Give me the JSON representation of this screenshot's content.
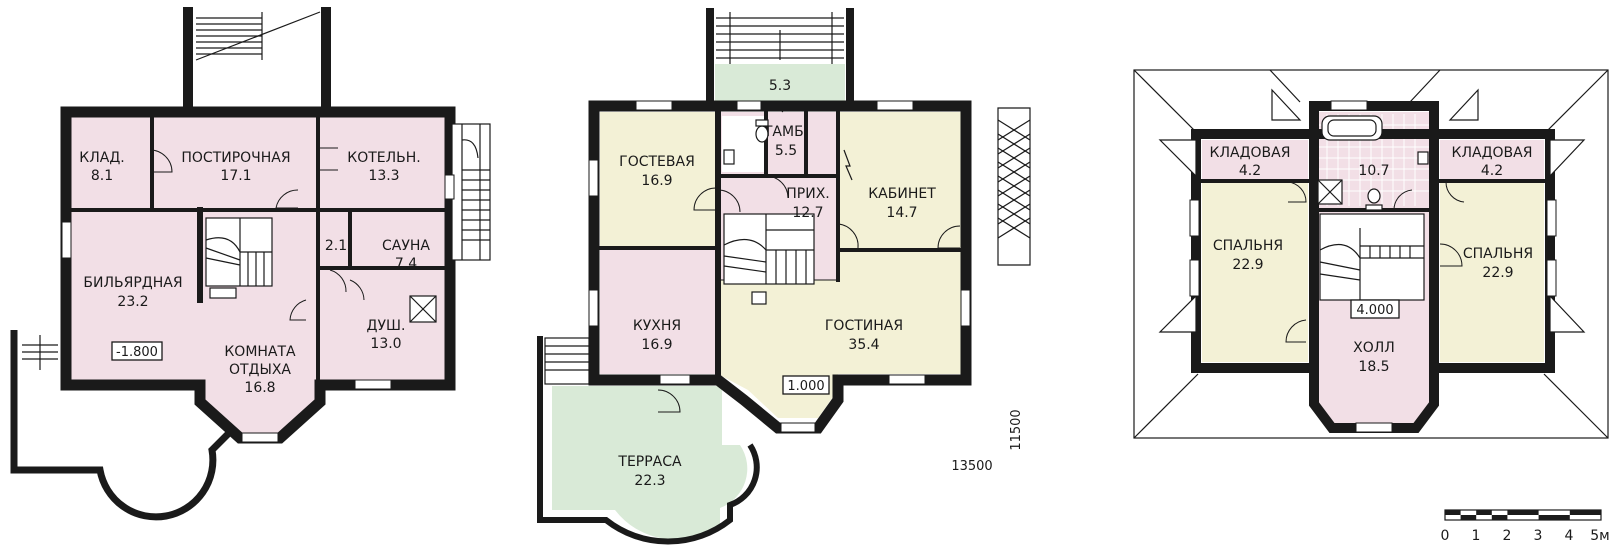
{
  "colors": {
    "pink": "#f2dfe6",
    "yellow": "#f3f1d6",
    "green": "#d9ead7",
    "white": "#ffffff",
    "wall": "#1a1a1a"
  },
  "basement": {
    "rooms": [
      {
        "name": "КЛАД.",
        "area": "8.1"
      },
      {
        "name": "ПОСТИРОЧНАЯ",
        "area": "17.1"
      },
      {
        "name": "КОТЕЛЬН.",
        "area": "13.3"
      },
      {
        "name": "БИЛЬЯРДНАЯ",
        "area": "23.2"
      },
      {
        "name": "",
        "area": "2.1"
      },
      {
        "name": "САУНА",
        "area": "7.4"
      },
      {
        "name": "ДУШ.",
        "area": "13.0"
      },
      {
        "name": "КОМНАТА",
        "name2": "ОТДЫХА",
        "area": "16.8"
      }
    ],
    "level": "-1.800"
  },
  "ground": {
    "rooms": [
      {
        "name": "",
        "area": "5.3"
      },
      {
        "name": "ТАМБ.",
        "area": "5.5"
      },
      {
        "name": "ГОСТЕВАЯ",
        "area": "16.9"
      },
      {
        "name": "ПРИХ.",
        "area": "12.7"
      },
      {
        "name": "КАБИНЕТ",
        "area": "14.7"
      },
      {
        "name": "КУХНЯ",
        "area": "16.9"
      },
      {
        "name": "ГОСТИНАЯ",
        "area": "35.4"
      },
      {
        "name": "ТЕРРАСА",
        "area": "22.3"
      }
    ],
    "level": "1.000",
    "dim_width": "13500",
    "dim_depth": "11500"
  },
  "attic": {
    "rooms": [
      {
        "name": "КЛАДОВАЯ",
        "area": "4.2"
      },
      {
        "name": "",
        "area": "10.7"
      },
      {
        "name": "КЛАДОВАЯ",
        "area": "4.2"
      },
      {
        "name": "СПАЛЬНЯ",
        "area": "22.9"
      },
      {
        "name": "СПАЛЬНЯ",
        "area": "22.9"
      },
      {
        "name": "ХОЛЛ",
        "area": "18.5"
      }
    ],
    "level": "4.000"
  },
  "scale": {
    "labels": [
      "0",
      "1",
      "2",
      "3",
      "4",
      "5м"
    ]
  }
}
